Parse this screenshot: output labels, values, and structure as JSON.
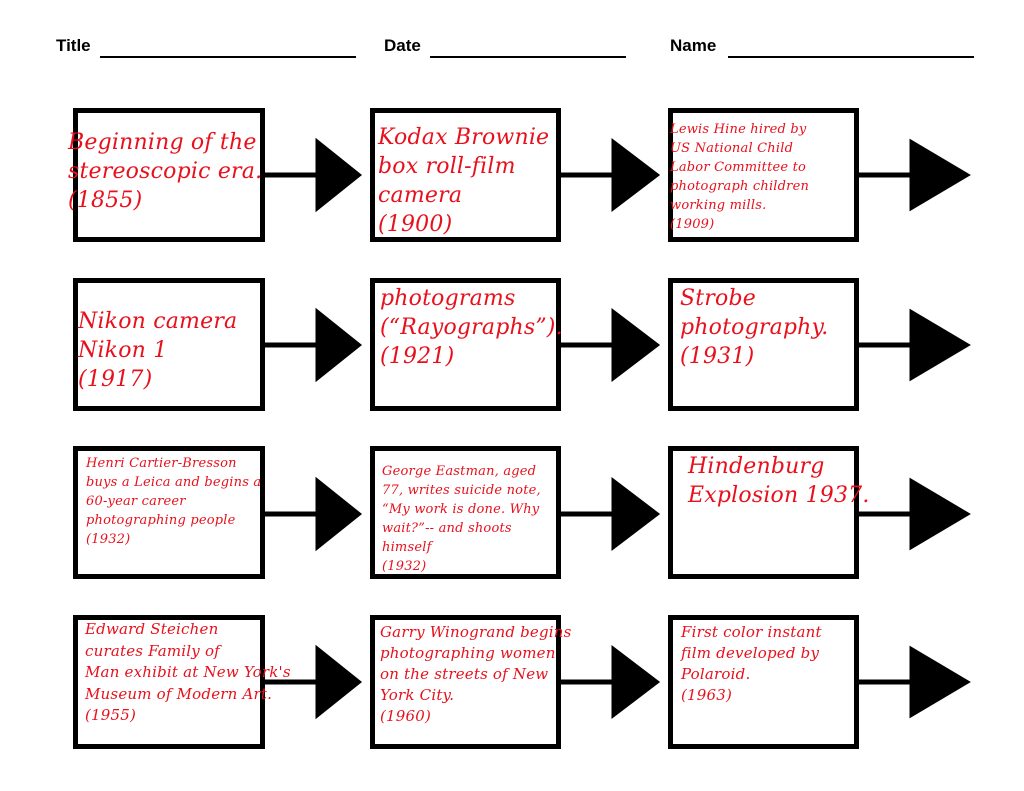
{
  "header": {
    "title_label": "Title",
    "date_label": "Date",
    "name_label": "Name"
  },
  "boxes": [
    {
      "text": "Beginning of the\nstereoscopic era.\n(1855)"
    },
    {
      "text": "Kodax Brownie\nbox roll-film\ncamera\n(1900)"
    },
    {
      "text": "Lewis Hine hired by\nUS National Child\nLabor Committee to\nphotograph children\nworking mills.\n(1909)"
    },
    {
      "text": "Nikon camera\nNikon 1\n(1917)"
    },
    {
      "text": "photograms\n(“Rayographs”).\n(1921)"
    },
    {
      "text": "Strobe\nphotography.\n(1931)"
    },
    {
      "text": "Henri Cartier-Bresson\nbuys a Leica and begins a\n60-year career\nphotographing people\n(1932)"
    },
    {
      "text": "George Eastman, aged\n77, writes suicide note,\n“My work is done. Why\nwait?”-- and shoots\nhimself\n(1932)"
    },
    {
      "text": "Hindenburg\nExplosion 1937."
    },
    {
      "text": "Edward Steichen\ncurates Family of\nMan exhibit at New York's\nMuseum of Modern Art.\n(1955)"
    },
    {
      "text": "Garry Winogrand begins\nphotographing women\non the streets of New\nYork City.\n(1960)"
    },
    {
      "text": "First color instant\nfilm developed by\nPolaroid.\n(1963)"
    }
  ]
}
